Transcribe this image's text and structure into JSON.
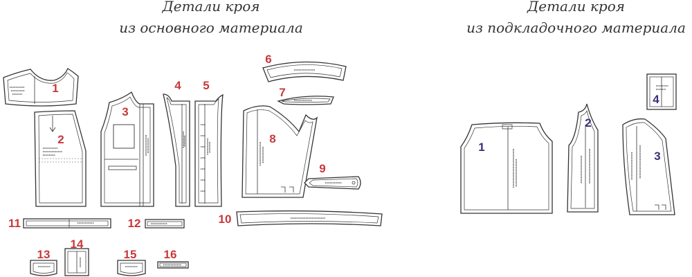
{
  "titles": {
    "main_material": {
      "line1": "Детали кроя",
      "line2": "из основного материала"
    },
    "lining_material": {
      "line1": "Детали кроя",
      "line2": "из подкладочного материала"
    }
  },
  "colors": {
    "main_number": "#c8383a",
    "lining_number": "#3a2f78",
    "outline": "#333333"
  },
  "main_pieces": [
    {
      "id": "1",
      "label": "1"
    },
    {
      "id": "2",
      "label": "2"
    },
    {
      "id": "3",
      "label": "3"
    },
    {
      "id": "4",
      "label": "4"
    },
    {
      "id": "5",
      "label": "5"
    },
    {
      "id": "6",
      "label": "6"
    },
    {
      "id": "7",
      "label": "7"
    },
    {
      "id": "8",
      "label": "8"
    },
    {
      "id": "9",
      "label": "9"
    },
    {
      "id": "10",
      "label": "10"
    },
    {
      "id": "11",
      "label": "11"
    },
    {
      "id": "12",
      "label": "12"
    },
    {
      "id": "13",
      "label": "13"
    },
    {
      "id": "14",
      "label": "14"
    },
    {
      "id": "15",
      "label": "15"
    },
    {
      "id": "16",
      "label": "16"
    }
  ],
  "lining_pieces": [
    {
      "id": "1",
      "label": "1"
    },
    {
      "id": "2",
      "label": "2"
    },
    {
      "id": "3",
      "label": "3"
    },
    {
      "id": "4",
      "label": "4"
    }
  ]
}
